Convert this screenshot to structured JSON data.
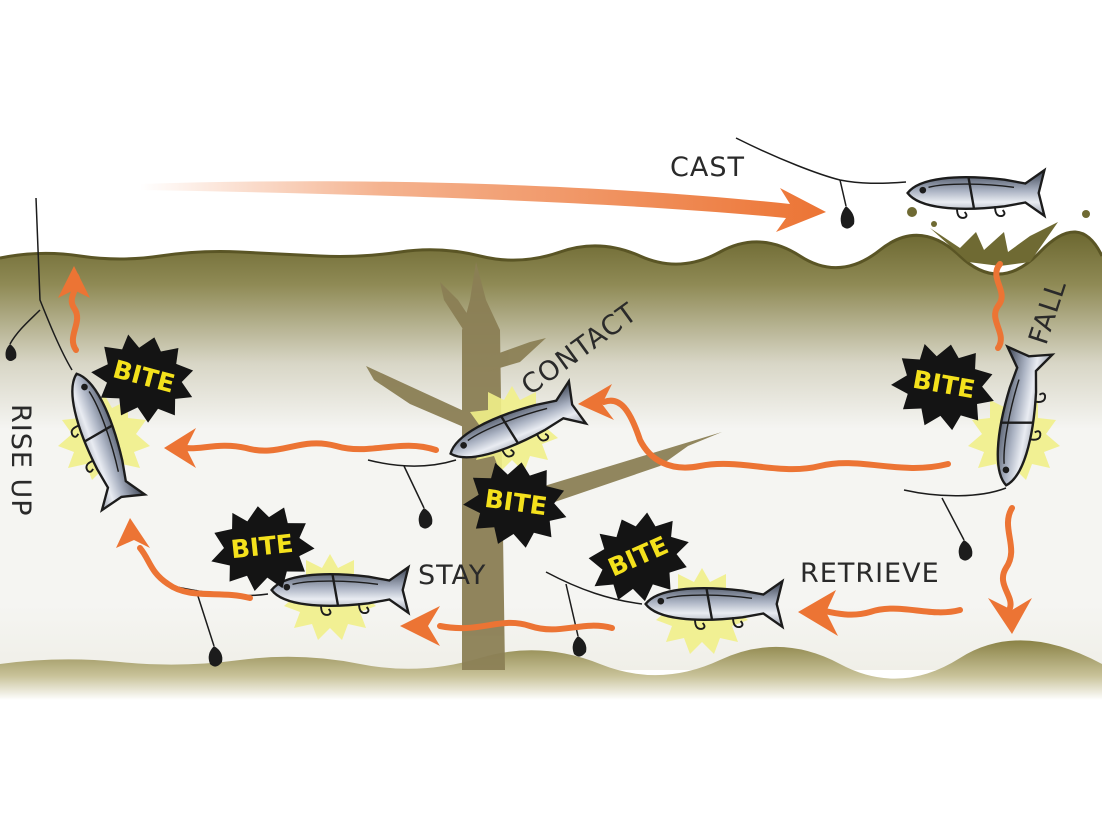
{
  "labels": {
    "cast": "CAST",
    "fall": "FALL",
    "retrieve": "RETRIEVE",
    "stay": "STAY",
    "contact": "CONTACT",
    "rise_up": "RISE UP"
  },
  "bite_label": "BITE",
  "colors": {
    "water_top": "#6f6a33",
    "water_mid": "#f3f3f0",
    "bottom": "#8a8246",
    "tree": "#8b7f55",
    "arrow": "#ec7434",
    "arrow_dark": "#c85018",
    "bite_badge": "#141414",
    "bite_text": "#f4e11c",
    "splash": "#f1ef88"
  },
  "icons": [
    "fish-lure-icon",
    "sinker-icon",
    "tree-icon",
    "bite-burst-icon",
    "arrow-icon"
  ]
}
